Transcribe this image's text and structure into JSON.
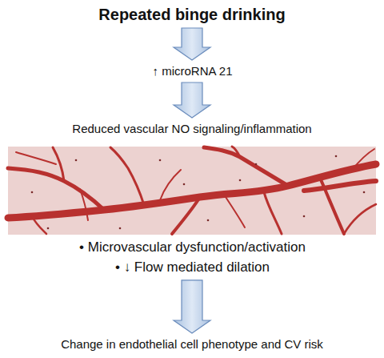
{
  "diagram": {
    "nodes": [
      {
        "text": [
          "Repeated binge drinking"
        ]
      },
      {
        "text": [
          "↑ microRNA 21"
        ]
      },
      {
        "text": [
          "Reduced vascular NO signaling/inflammation"
        ]
      },
      {
        "text": [
          "• Microvascular dysfunction/activation",
          "• ↓ Flow mediated dilation"
        ]
      },
      {
        "text": [
          "Change in endothelial cell phenotype and CV risk"
        ]
      }
    ],
    "edges": [
      {
        "from": 0,
        "to": 1,
        "arrow": "to"
      },
      {
        "from": 1,
        "to": 2,
        "arrow": "to"
      },
      {
        "from": 3,
        "to": 4,
        "arrow": "to"
      }
    ]
  }
}
